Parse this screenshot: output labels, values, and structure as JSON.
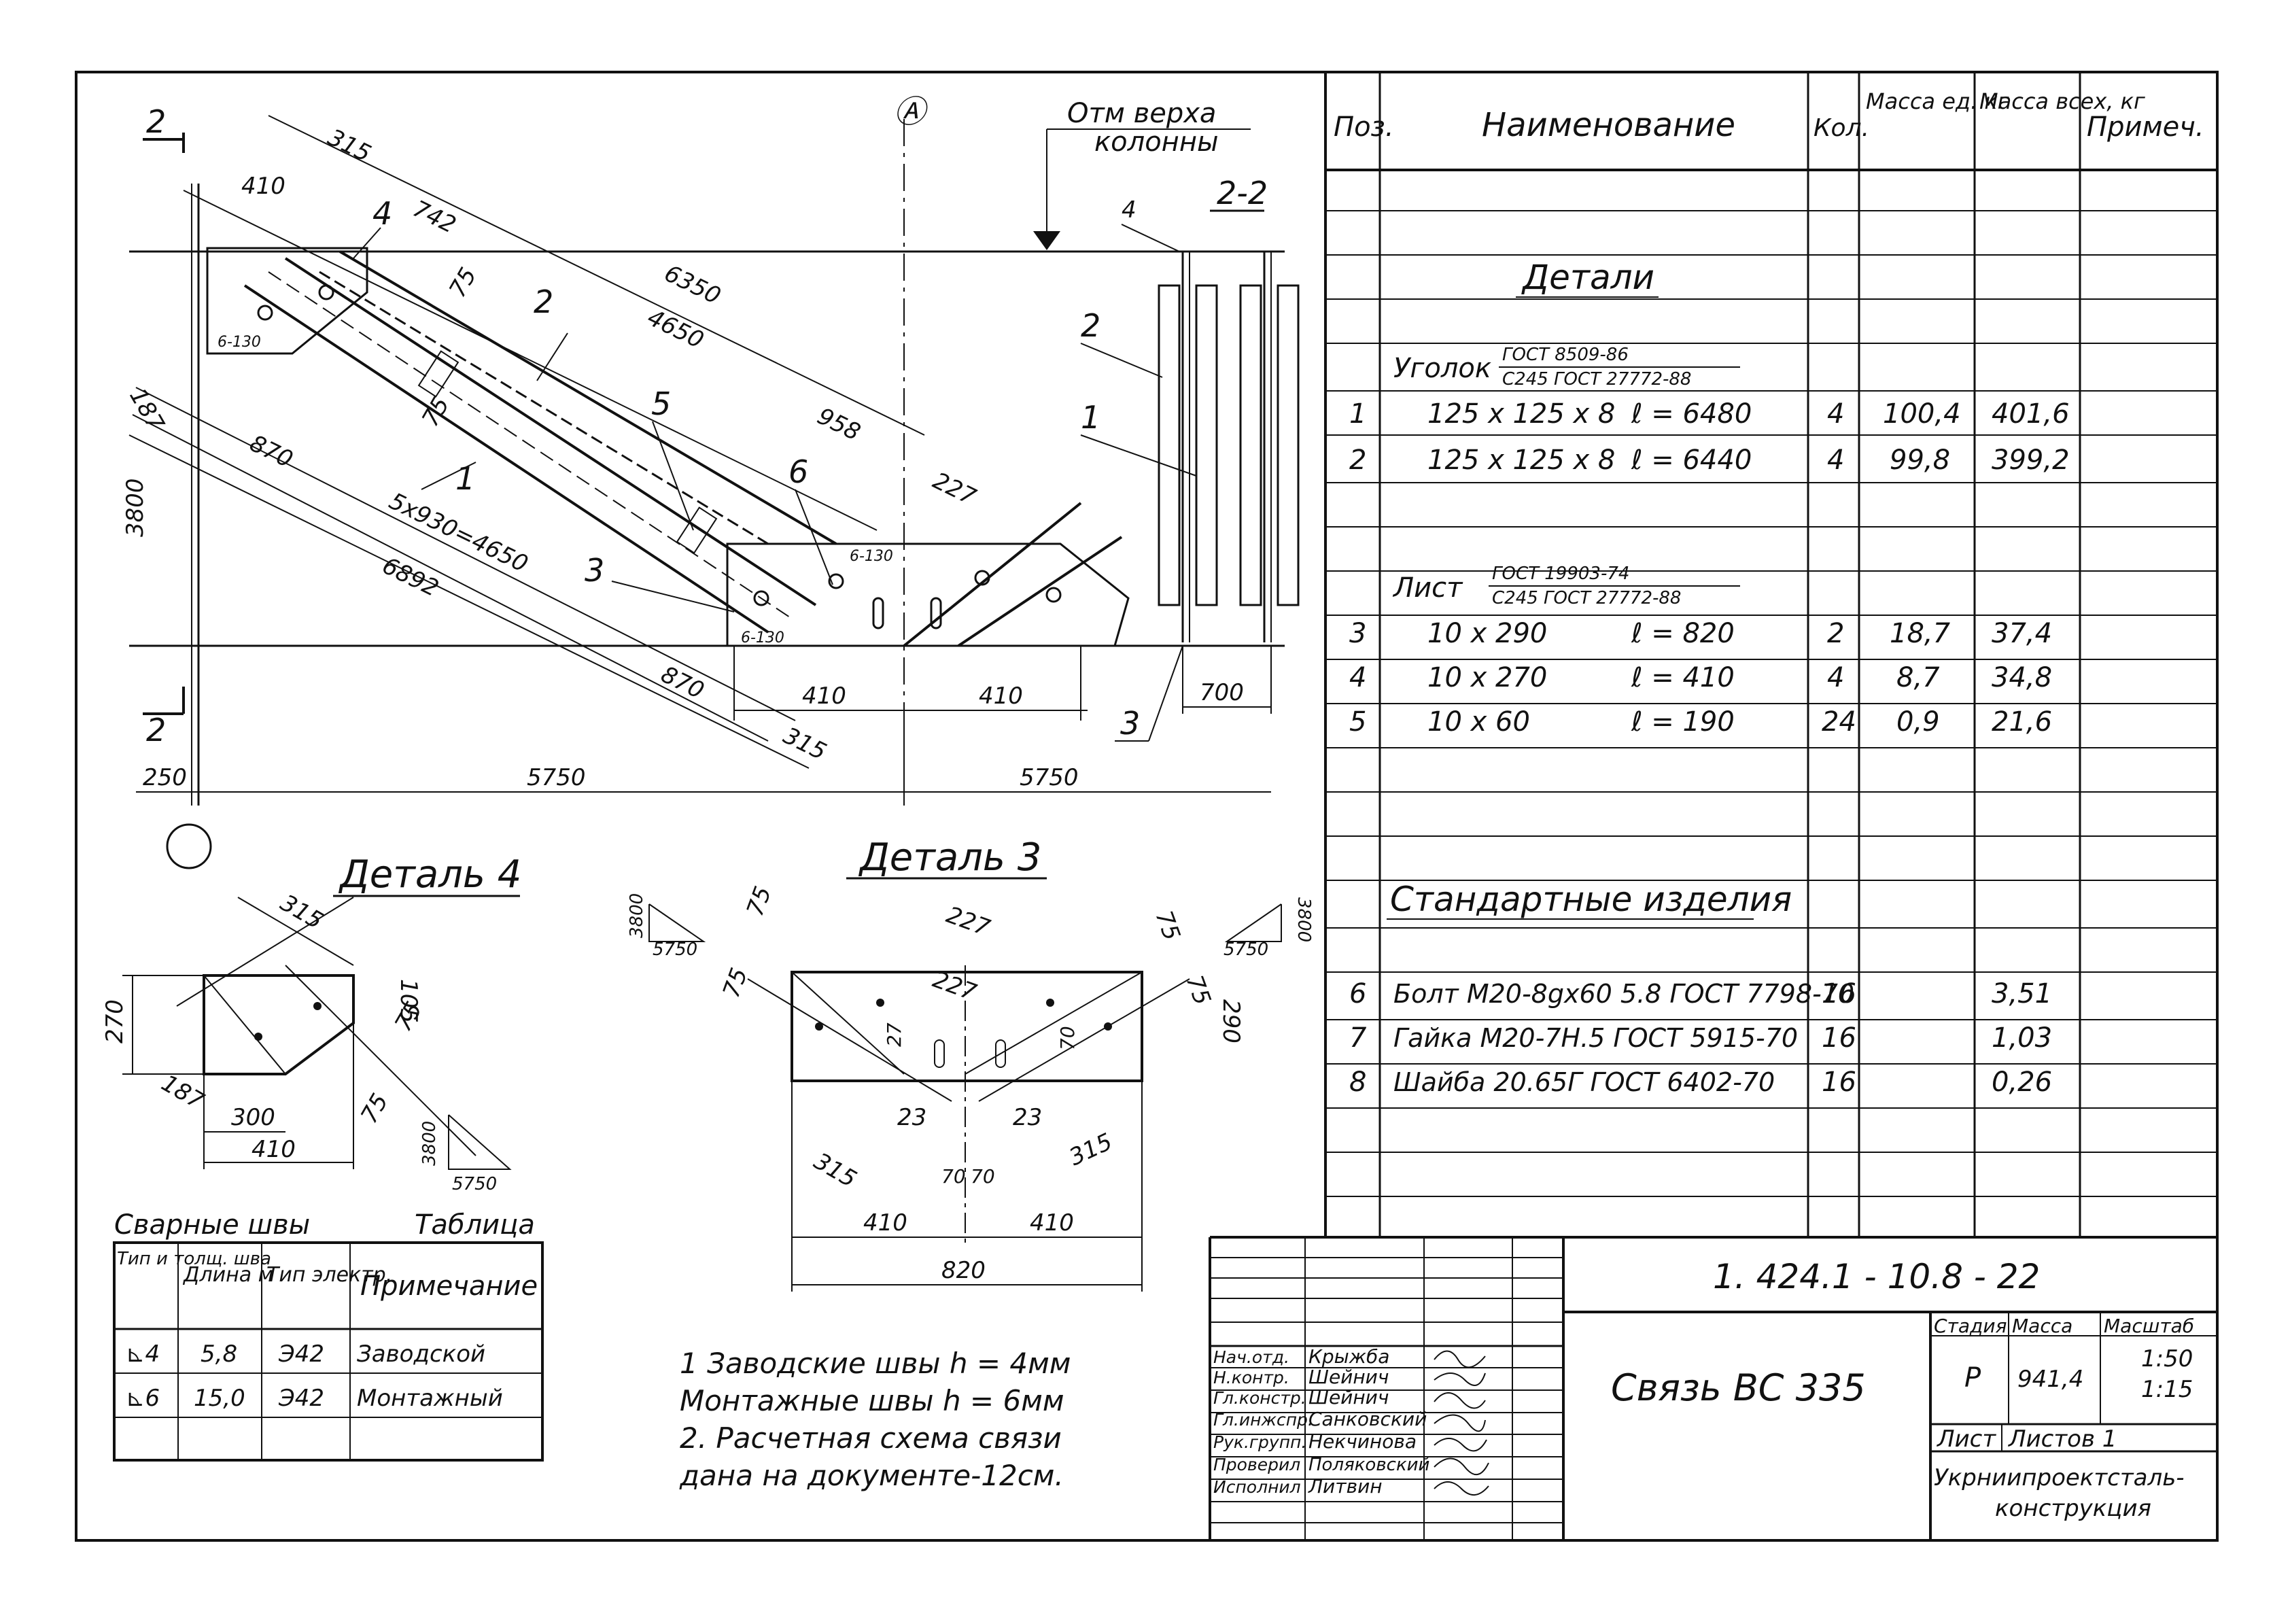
{
  "drawing": {
    "axis_symbol": "Ⓐ",
    "top_note_line1": "Отм верха",
    "top_note_line2": "колонны",
    "section_mark": "2",
    "section_label": "2-2",
    "callout_axis": "1",
    "dims": {
      "d315": "315",
      "d410": "410",
      "d742": "742",
      "d6350": "6350",
      "d4650": "4650",
      "d958": "958",
      "d227": "227",
      "d187": "187",
      "d870": "870",
      "d3800": "3800",
      "d5x930": "5x930=4650",
      "d6892": "6892",
      "d250": "250",
      "d5750": "5750",
      "d700": "700",
      "d75": "75",
      "d6_130": "6-130"
    },
    "callouts": {
      "c1": "1",
      "c2": "2",
      "c3": "3",
      "c4": "4",
      "c5": "5",
      "c6": "6"
    }
  },
  "detail4": {
    "title": "Деталь 4",
    "dims": {
      "d315": "315",
      "d270": "270",
      "d105": "105",
      "d75": "75",
      "d187": "187",
      "d300": "300",
      "d410": "410",
      "d3800": "3800",
      "d5750": "5750"
    }
  },
  "detail3": {
    "title": "Деталь 3",
    "dims": {
      "d3800": "3800",
      "d5750": "5750",
      "d227": "227",
      "d75": "75",
      "d290": "290",
      "d27": "27",
      "d70": "70",
      "d23": "23",
      "d315": "315",
      "d410": "410",
      "d820": "820"
    }
  },
  "welds": {
    "caption_left": "Сварные швы",
    "caption_right": "Таблица",
    "headers": [
      "Тип и толщ. шва",
      "Длина м",
      "Тип электр.",
      "Примечание"
    ],
    "rows": [
      [
        "⊾4",
        "5,8",
        "Э42",
        "Заводской"
      ],
      [
        "⊾6",
        "15,0",
        "Э42",
        "Монтажный"
      ],
      [
        "",
        "",
        "",
        ""
      ]
    ]
  },
  "notes": [
    "1  Заводские швы  h = 4мм",
    "   Монтажные швы  h = 6мм",
    "2. Расчетная схема связи",
    "   дана на документе-12см."
  ],
  "spec": {
    "headers": [
      "Поз.",
      "Наименование",
      "Кол.",
      "Масса ед. кг",
      "Масса всех, кг",
      "Примеч."
    ],
    "section_details": "Детали",
    "angle_title": "Уголок",
    "angle_gost_top": "ГОСТ 8509-86",
    "angle_gost_bottom": "С245 ГОСТ 27772-88",
    "plate_title": "Лист",
    "plate_gost_top": "ГОСТ 19903-74",
    "plate_gost_bottom": "С245 ГОСТ 27772-88",
    "section_standard": "Стандартные изделия",
    "rows": [
      {
        "pos": "1",
        "name": "125 x 125 x 8",
        "len": "ℓ = 6480",
        "qty": "4",
        "m1": "100,4",
        "mall": "401,6"
      },
      {
        "pos": "2",
        "name": "125 x 125 x 8",
        "len": "ℓ = 6440",
        "qty": "4",
        "m1": "99,8",
        "mall": "399,2"
      },
      {
        "pos": "3",
        "name": "10 x 290",
        "len": "ℓ = 820",
        "qty": "2",
        "m1": "18,7",
        "mall": "37,4"
      },
      {
        "pos": "4",
        "name": "10 x 270",
        "len": "ℓ = 410",
        "qty": "4",
        "m1": "8,7",
        "mall": "34,8"
      },
      {
        "pos": "5",
        "name": "10 x 60",
        "len": "ℓ = 190",
        "qty": "24",
        "m1": "0,9",
        "mall": "21,6"
      },
      {
        "pos": "6",
        "name": "Болт М20-8gx60 5.8 ГОСТ 7798-70",
        "len": "",
        "qty": "16",
        "m1": "",
        "mall": "3,51"
      },
      {
        "pos": "7",
        "name": "Гайка М20-7Н.5 ГОСТ 5915-70",
        "len": "",
        "qty": "16",
        "m1": "",
        "mall": "1,03"
      },
      {
        "pos": "8",
        "name": "Шайба 20.65Г ГОСТ 6402-70",
        "len": "",
        "qty": "16",
        "m1": "",
        "mall": "0,26"
      }
    ]
  },
  "titleblock": {
    "doc_code": "1. 424.1 - 10.8 - 22",
    "title": "Связь ВС 335",
    "stage_label": "Стадия",
    "mass_label": "Масса",
    "scale_label": "Масштаб",
    "stage": "Р",
    "mass": "941,4",
    "scale1": "1:50",
    "scale2": "1:15",
    "sheet_label": "Лист",
    "sheets_label": "Листов 1",
    "org_line1": "Укрниипроектсталь-",
    "org_line2": "конструкция",
    "people": [
      {
        "role": "Нач.отд.",
        "name": "Крыжба"
      },
      {
        "role": "Н.контр.",
        "name": "Шейнич"
      },
      {
        "role": "Гл.констр.",
        "name": "Шейнич"
      },
      {
        "role": "Гл.инжспр.",
        "name": "Санковский"
      },
      {
        "role": "Рук.групп.",
        "name": "Некчинова"
      },
      {
        "role": "Проверил",
        "name": "Поляковский"
      },
      {
        "role": "Исполнил",
        "name": "Литвин"
      }
    ]
  }
}
